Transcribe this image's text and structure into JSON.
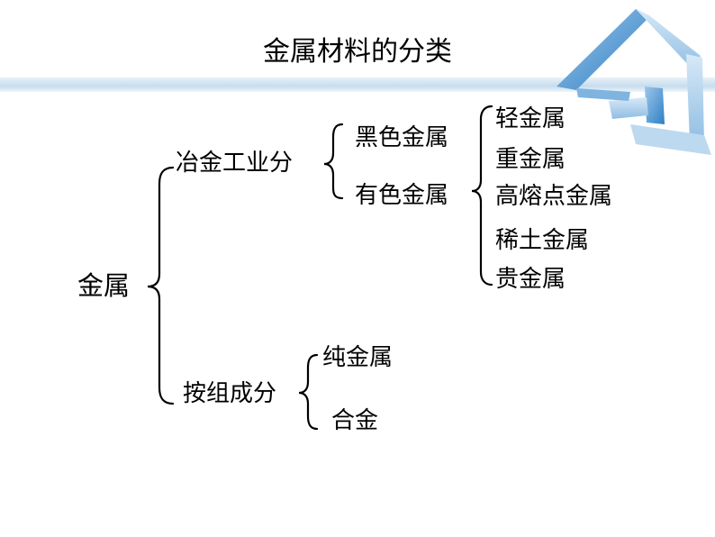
{
  "title": "金属材料的分类",
  "root": "金属",
  "by_metallurgy": {
    "label": "冶金工业分",
    "ferrous": "黑色金属",
    "nonferrous": {
      "label": "有色金属",
      "light": "轻金属",
      "heavy": "重金属",
      "refractory": "高熔点金属",
      "rare_earth": "稀土金属",
      "precious": "贵金属"
    }
  },
  "by_composition": {
    "label": "按组成分",
    "pure": "纯金属",
    "alloy": "合金"
  },
  "colors": {
    "accent": "#3a86c8",
    "accent_light": "#a9cdea",
    "band": "#c6dcee"
  }
}
